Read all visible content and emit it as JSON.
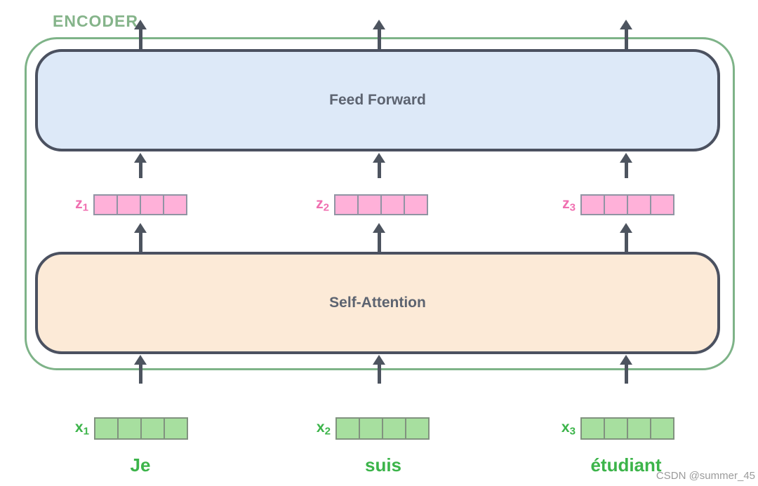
{
  "encoder": {
    "label": "ENCODER"
  },
  "blocks": {
    "feed_forward": "Feed Forward",
    "self_attention": "Self-Attention"
  },
  "vectors": {
    "cells_per_vector": 4,
    "z": [
      {
        "base": "z",
        "sub": "1"
      },
      {
        "base": "z",
        "sub": "2"
      },
      {
        "base": "z",
        "sub": "3"
      }
    ],
    "x": [
      {
        "base": "x",
        "sub": "1"
      },
      {
        "base": "x",
        "sub": "2"
      },
      {
        "base": "x",
        "sub": "3"
      }
    ]
  },
  "words": [
    "Je",
    "suis",
    "étudiant"
  ],
  "watermark": "CSDN @summer_45",
  "colors": {
    "frame_green": "#7eb388",
    "encoder_label_green": "#85b48a",
    "word_green": "#3cb44a",
    "x_cell_fill": "#a7df9f",
    "z_cell_fill": "#ffb1d9",
    "z_label_pink": "#f06fb0",
    "feed_forward_fill": "#dde9f8",
    "self_attention_fill": "#fcead7",
    "block_border_dark": "#4b5160",
    "arrow_dark": "#4d545f",
    "watermark_gray": "#9b9b9b"
  }
}
